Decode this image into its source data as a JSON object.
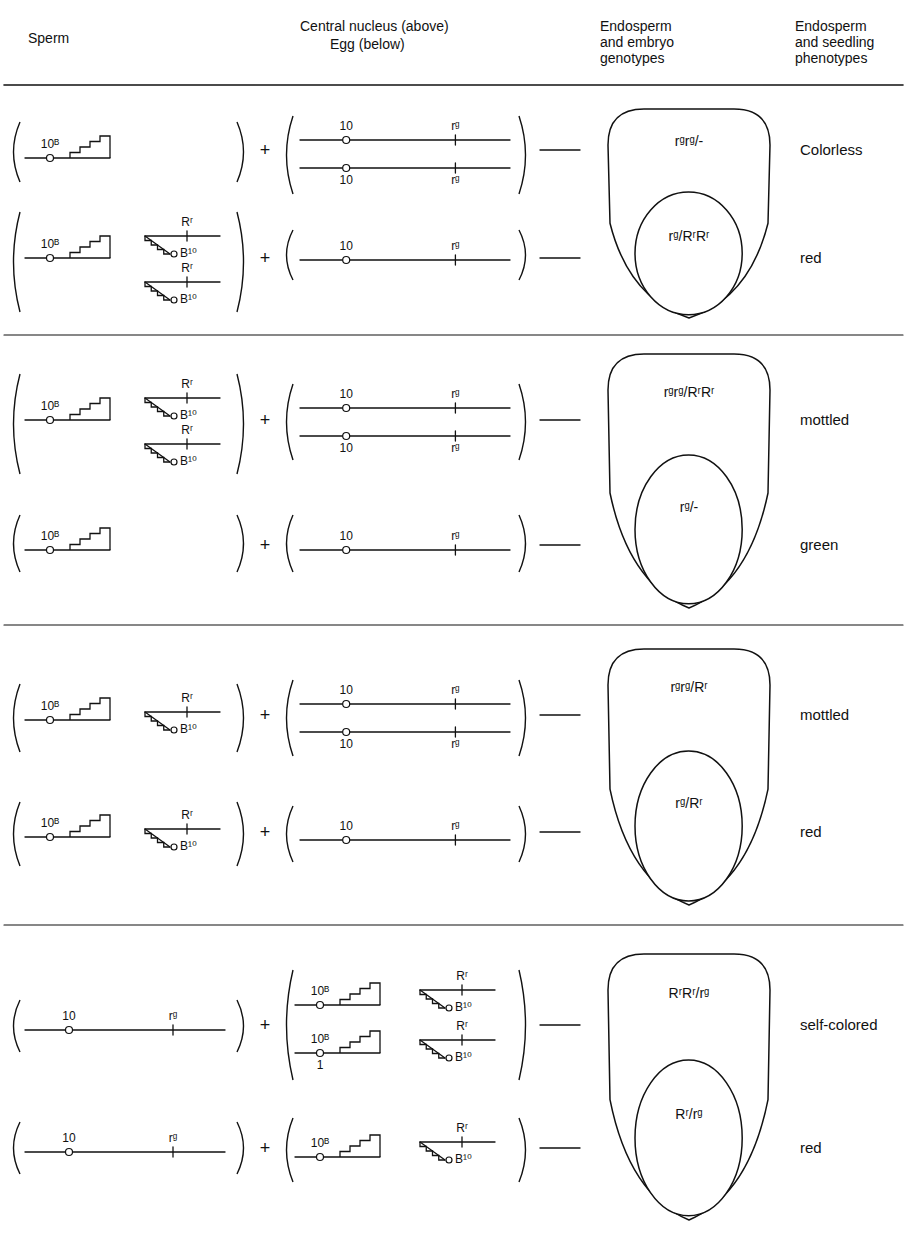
{
  "diagram": {
    "nodes": [
      {
        "text": [
          "rᵍrᵍ/-"
        ]
      },
      {
        "text": [
          "rᵍ/RʳRʳ"
        ],
        "in": 0
      },
      {
        "text": [
          "rᵍrᵍ/RʳRʳ"
        ]
      },
      {
        "text": [
          "rᵍ/-"
        ],
        "in": 2
      },
      {
        "text": [
          "rᵍrᵍ/Rʳ"
        ]
      },
      {
        "text": [
          "rᵍ/Rʳ"
        ],
        "in": 4
      },
      {
        "text": [
          "RʳRʳ/rᵍ"
        ]
      },
      {
        "text": [
          "Rʳ/rᵍ"
        ],
        "in": 6
      }
    ],
    "labels": [
      "Sperm",
      "Central nucleus (above)",
      "Egg (below)",
      "Endosperm and embryo genotypes",
      "Endosperm and seedling phenotypes",
      "10ᴮ",
      "+",
      "10",
      "rᵍ",
      "10",
      "rᵍ",
      "Colorless",
      "10ᴮ",
      "Rʳ",
      "B¹⁰",
      "Rʳ",
      "B¹⁰",
      "+",
      "10",
      "rᵍ",
      "red",
      "10ᴮ",
      "Rʳ",
      "B¹⁰",
      "Rʳ",
      "B¹⁰",
      "+",
      "10",
      "rᵍ",
      "10",
      "rᵍ",
      "mottled",
      "10ᴮ",
      "+",
      "10",
      "rᵍ",
      "green",
      "10ᴮ",
      "Rʳ",
      "B¹⁰",
      "+",
      "10",
      "rᵍ",
      "10",
      "rᵍ",
      "mottled",
      "10ᴮ",
      "Rʳ",
      "B¹⁰",
      "+",
      "10",
      "rᵍ",
      "red",
      "10",
      "rᵍ",
      "+",
      "10ᴮ",
      "Rʳ",
      "B¹⁰",
      "10ᴮ",
      "1",
      "Rʳ",
      "B¹⁰",
      "self-colored",
      "10",
      "rᵍ",
      "+",
      "10ᴮ",
      "Rʳ",
      "B¹⁰",
      "red"
    ]
  }
}
